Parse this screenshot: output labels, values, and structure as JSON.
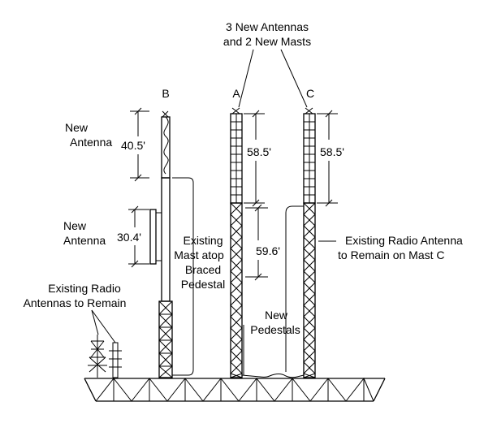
{
  "callout": {
    "line1": "3 New Antennas",
    "line2": "and 2 New Masts"
  },
  "masts": {
    "b_label": "B",
    "a_label": "A",
    "c_label": "C"
  },
  "labels": {
    "new_antenna_top_1": "New",
    "new_antenna_top_2": "Antenna",
    "new_antenna_mid_1": "New",
    "new_antenna_mid_2": "Antenna",
    "existing_mast_1": "Existing",
    "existing_mast_2": "Mast atop",
    "existing_mast_3": "Braced",
    "existing_mast_4": "Pedestal",
    "existing_radio_left_1": "Existing Radio",
    "existing_radio_left_2": "Antennas to Remain",
    "new_pedestals_1": "New",
    "new_pedestals_2": "Pedestals",
    "existing_radio_right_1": "Existing Radio Antenna",
    "existing_radio_right_2": "to Remain on Mast C"
  },
  "dimensions": {
    "b_top": "40.5'",
    "b_mid": "30.4'",
    "a_top": "58.5'",
    "c_top": "58.5'",
    "a_pedestal": "59.6'"
  }
}
